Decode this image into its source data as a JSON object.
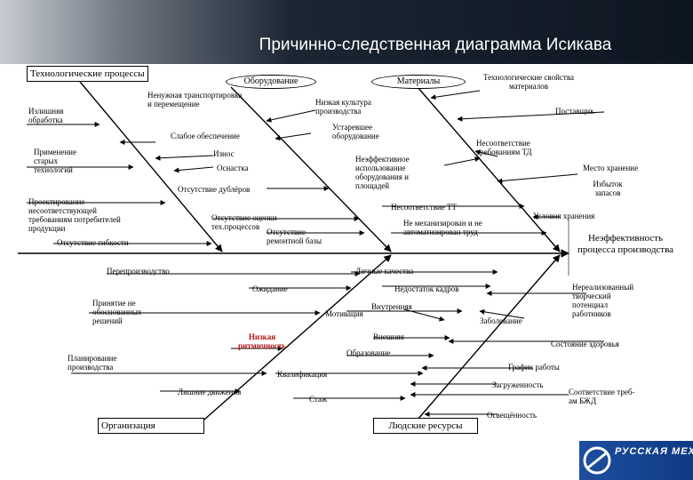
{
  "title": "Причинно-следственная диаграмма Исикава",
  "effect": "Неэффективность процесса производства",
  "categories": {
    "tech": "Технологические процессы",
    "equipment": "Оборудование",
    "materials": "Материалы",
    "organization": "Организация",
    "people": "Людские ресурсы"
  },
  "causes": {
    "tech_props": "Технологические свойства материалов",
    "suppliers": "Поставщик",
    "transport": "Ненужная транспортировка и перемещение",
    "low_culture": "Низкая культура производства",
    "excess_processing": "Излишняя обработка",
    "outdated_equipment": "Устаревшее оборудование",
    "weak_support": "Слабое обеспечение",
    "non_conformity_td": "Несоответствие требованиям ТД",
    "old_tech": "Применение старых технологий",
    "wear": "Износ",
    "tooling": "Оснастка",
    "inefficient_use": "Неэффективное использование оборудования и площадей",
    "storage_place": "Место хранение",
    "excess_stock": "Избыток запасов",
    "design": "Проектирование несоответствующей требованиям потребителей продукции",
    "no_duplicates": "Отсутствие дублёров",
    "non_conformity_tt": "Несоответствие ТТ",
    "storage_cond": "Условия хранения",
    "no_flex": "Отсутствие гибкости",
    "no_eval": "Отсутствие оценки тех.процессов",
    "no_repair": "Отсутствие ремонтной базы",
    "not_mech": "Не механизирован и не автоматизирован труд",
    "overproduction": "Перепроизводство",
    "personal_quality": "Личные качества",
    "waiting": "Ожидание",
    "staff_shortage": "Недостаток кадров",
    "unused_potential": "Нереализованный творческий потенциал работников",
    "unjustified": "Принятие не обоснованных решений",
    "internal": "Внутренняя",
    "motivation": "Мотивация",
    "disease": "Заболевание",
    "low_rhythm": "Низкая ритмичность",
    "external": "Внешняя",
    "health": "Состояние здоровья",
    "planning": "Планирование производства",
    "education": "Образование",
    "schedule": "График работы",
    "qualification": "Квалификация",
    "workload": "Загруженность",
    "extra_moves": "Лишние движения",
    "experience": "Стаж",
    "compliance_ebzh": "Соответствие треб-ам БЖД",
    "lighting": "Освещённость"
  },
  "logo": "РУССКАЯ МЕХАНИКА"
}
